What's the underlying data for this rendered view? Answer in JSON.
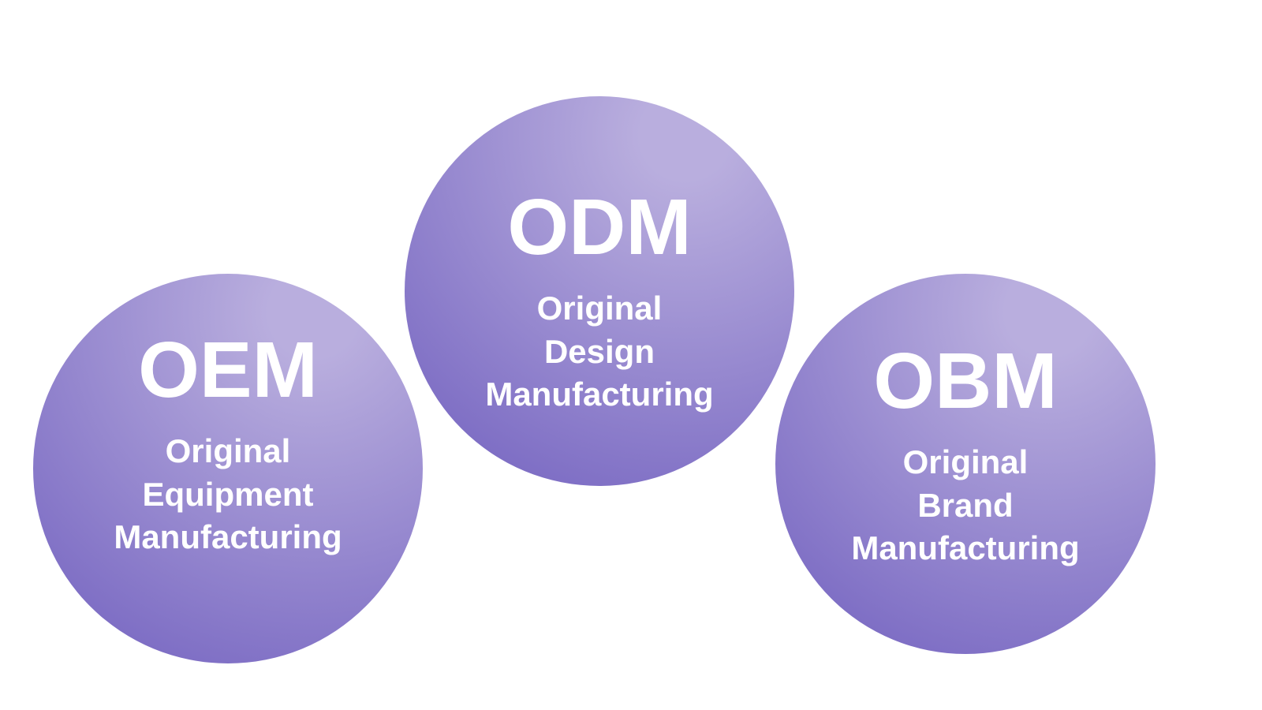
{
  "diagram": {
    "background_color": "#ffffff",
    "text_color": "#ffffff",
    "circle_gradient": {
      "light": "#b9aede",
      "dark": "#7160bf"
    },
    "circles": [
      {
        "id": "oem",
        "acronym": "OEM",
        "full_name_lines": [
          "Original",
          "Equipment",
          "Manufacturing"
        ]
      },
      {
        "id": "odm",
        "acronym": "ODM",
        "full_name_lines": [
          "Original",
          "Design",
          "Manufacturing"
        ]
      },
      {
        "id": "obm",
        "acronym": "OBM",
        "full_name_lines": [
          "Original",
          "Brand",
          "Manufacturing"
        ]
      }
    ]
  }
}
